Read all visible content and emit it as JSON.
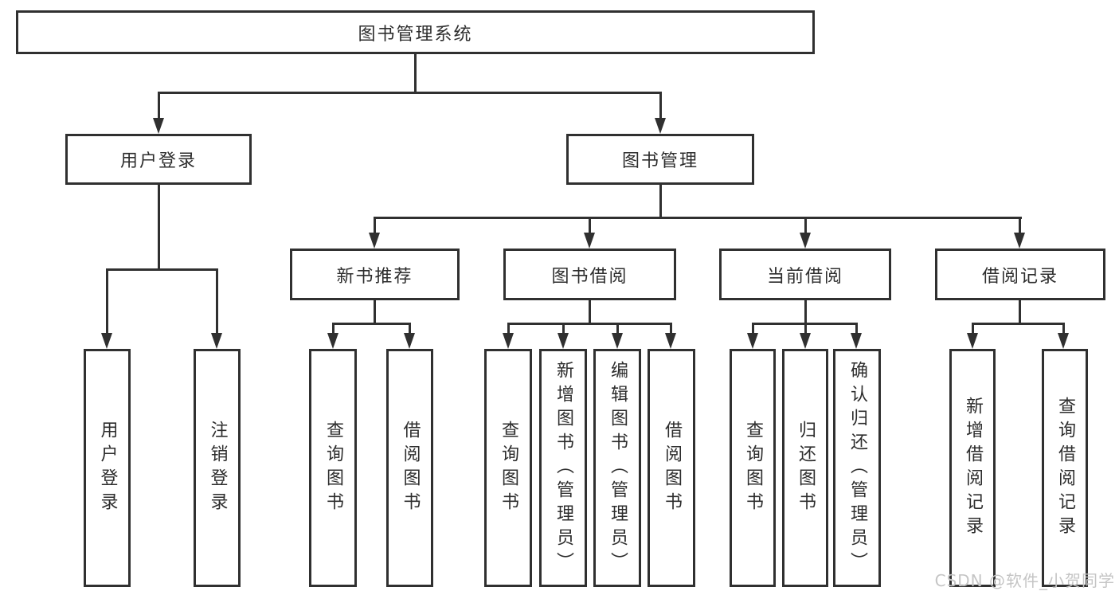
{
  "diagram_title": "图书管理系统",
  "nodes": {
    "root": "图书管理系统",
    "l2": {
      "user_login": "用户登录",
      "book_mgmt": "图书管理"
    },
    "l3": {
      "new_book_rec": "新书推荐",
      "book_borrow": "图书借阅",
      "current_borrow": "当前借阅",
      "borrow_records": "借阅记录"
    },
    "l4": {
      "user_login": "用户登录",
      "logout": "注销登录",
      "query_book_a": "查询图书",
      "borrow_book_a": "借阅图书",
      "query_book_b": "查询图书",
      "add_book_admin": "新增图书（管理员）",
      "edit_book_admin": "编辑图书（管理员）",
      "borrow_book_b": "借阅图书",
      "query_book_c": "查询图书",
      "return_book": "归还图书",
      "confirm_return_admin": "确认归还（管理员）",
      "add_borrow_record": "新增借阅记录",
      "query_borrow_record": "查询借阅记录"
    }
  },
  "watermark": "CSDN @软件_小贺同学",
  "colors": {
    "line": "#303030",
    "text": "#2d2d2d",
    "background": "#ffffff",
    "watermark": "#c5c5c5"
  }
}
